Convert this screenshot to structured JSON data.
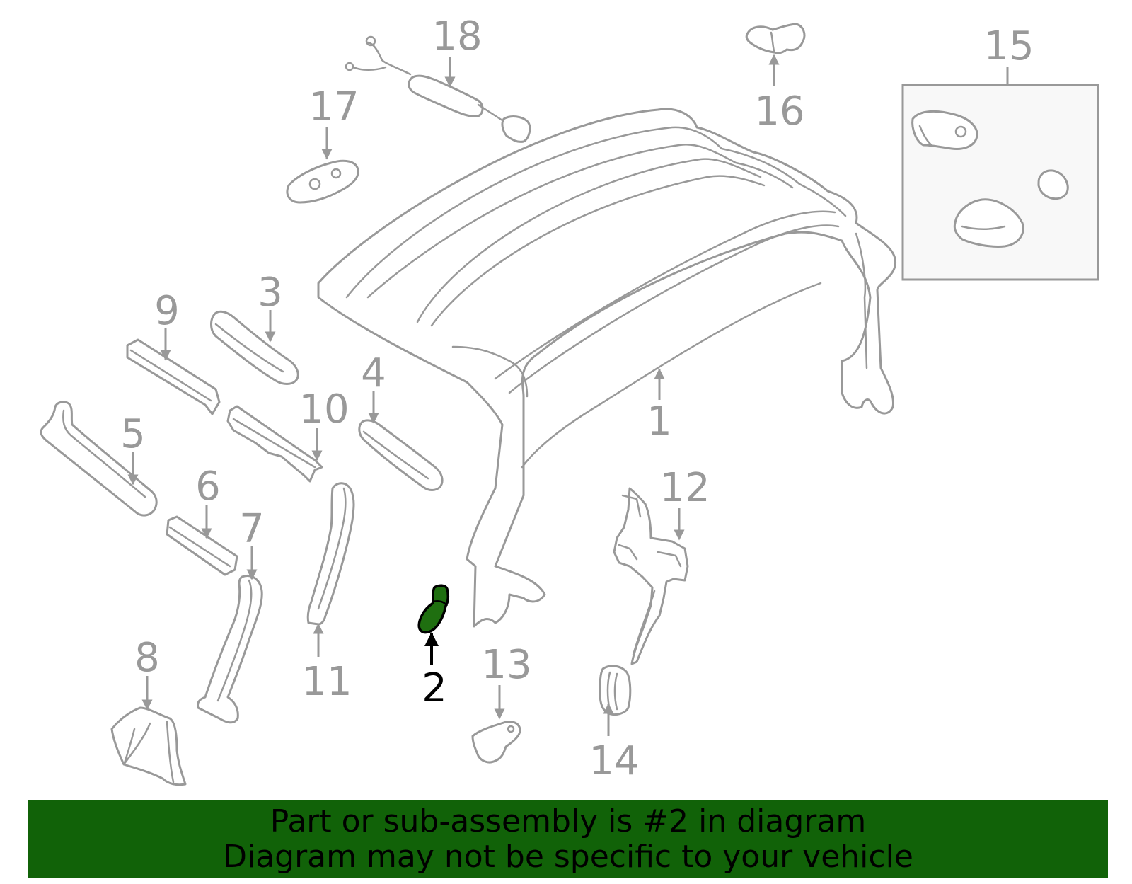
{
  "callouts": {
    "c1": "1",
    "c2": "2",
    "c3": "3",
    "c4": "4",
    "c5": "5",
    "c6": "6",
    "c7": "7",
    "c8": "8",
    "c9": "9",
    "c10": "10",
    "c11": "11",
    "c12": "12",
    "c13": "13",
    "c14": "14",
    "c15": "15",
    "c16": "16",
    "c17": "17",
    "c18": "18"
  },
  "highlighted_part": "2",
  "colors": {
    "line": "#999999",
    "highlight_fill": "#1f6f10",
    "banner": "#116208"
  },
  "banner": {
    "line1": "Part or sub-assembly is #2 in diagram",
    "line2": "Diagram may not be specific to your vehicle"
  }
}
